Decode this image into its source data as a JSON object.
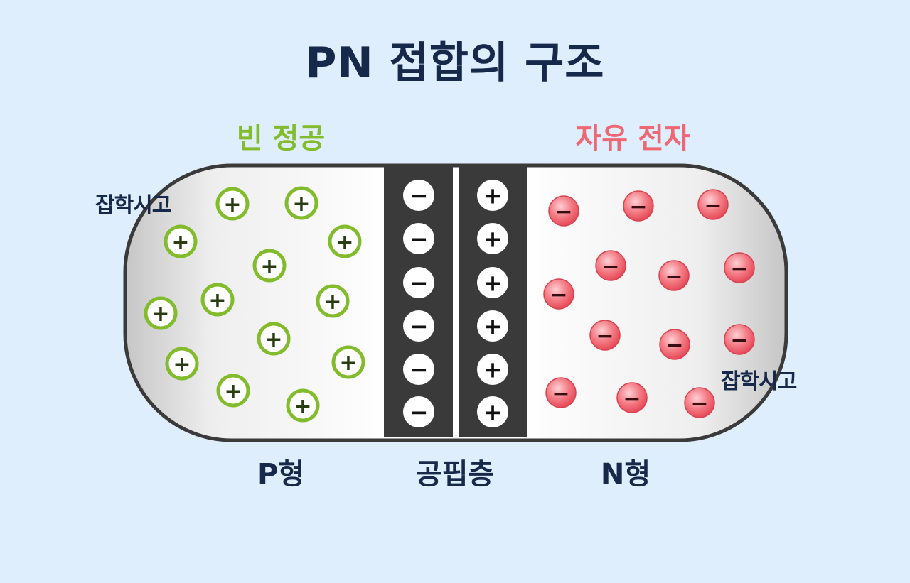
{
  "title": "PN 접합의 구조",
  "labels": {
    "holes": "빈 정공",
    "electrons": "자유 전자",
    "p_type": "P형",
    "depletion": "공핍층",
    "n_type": "N형"
  },
  "watermark": "잡학시고",
  "symbols": {
    "plus": "+",
    "minus": "−"
  },
  "colors": {
    "background": "#deeefd",
    "title": "#16294a",
    "holes": "#82bb2b",
    "electrons": "#ef6773",
    "depletion": "#3a3a3a"
  }
}
